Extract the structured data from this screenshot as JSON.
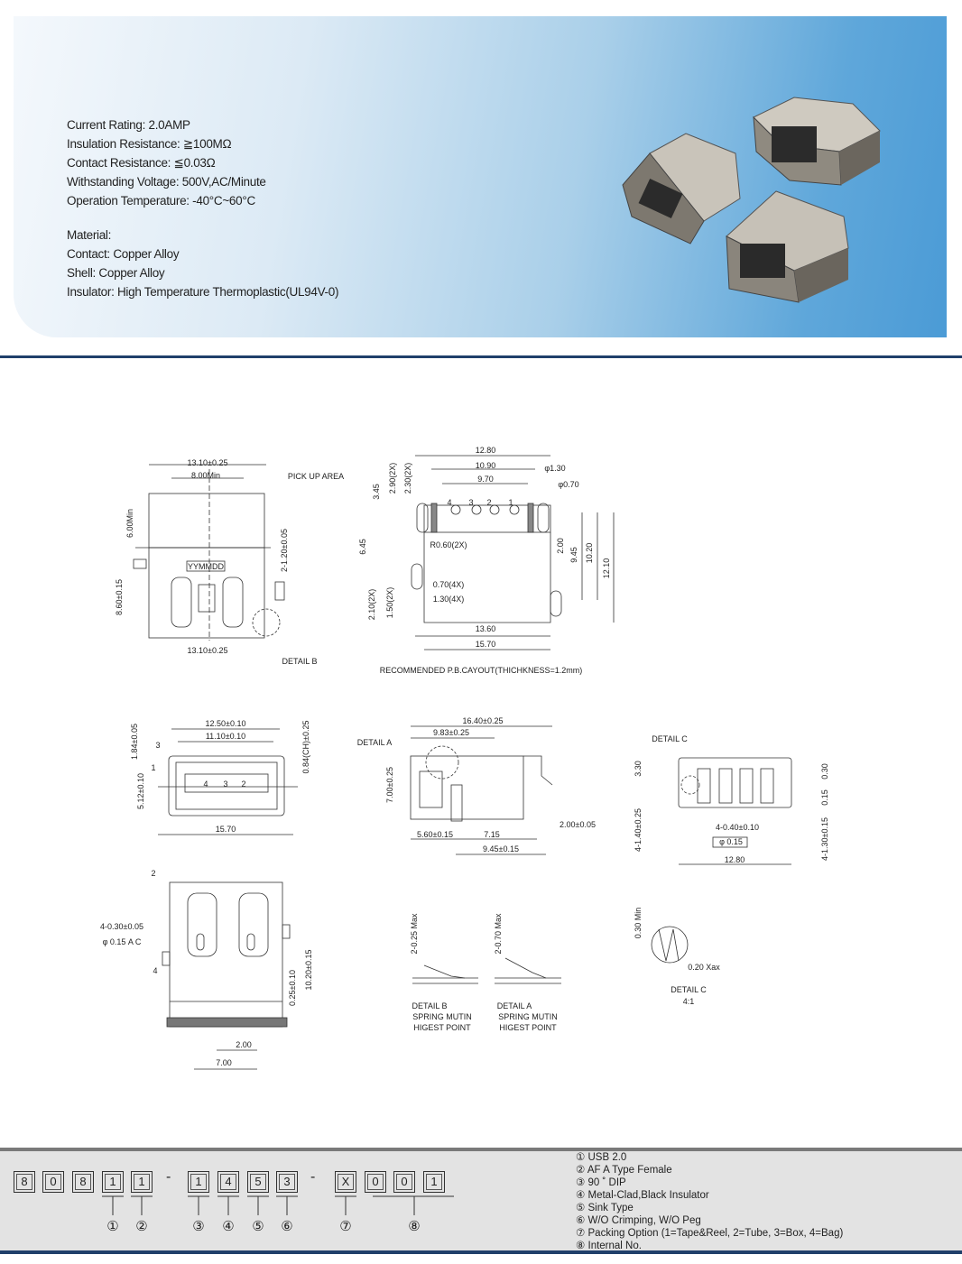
{
  "specs": {
    "lines": [
      "Current Rating: 2.0AMP",
      "Insulation Resistance: ≧100MΩ",
      "Contact Resistance: ≦0.03Ω",
      "Withstanding Voltage: 500V,AC/Minute",
      "Operation Temperature: -40°C~60°C"
    ],
    "material": [
      "Material:",
      "Contact: Copper Alloy",
      "Shell: Copper Alloy",
      "Insulator: High Temperature Thermoplastic(UL94V-0)"
    ]
  },
  "drawing_labels": [
    "13.10±0.25",
    "8.00Min",
    "PICK UP AREA",
    "6.00Min",
    "YYMMDD",
    "2-1.20±0.05",
    "8.60±0.15",
    "13.10±0.25",
    "DETAIL B",
    "12.80",
    "10.90",
    "9.70",
    "φ1.30",
    "φ0.70",
    "3.45",
    "2.90(2X)",
    "2.30(2X)",
    "4",
    "3",
    "2",
    "1",
    "6.45",
    "R0.60(2X)",
    "2.00",
    "9.45",
    "10.20",
    "12.10",
    "0.70(4X)",
    "1.30(4X)",
    "2.10(2X)",
    "1.50(2X)",
    "13.60",
    "15.70",
    "RECOMMENDED P.B.CAYOUT(THICHKNESS=1.2mm)",
    "12.50±0.10",
    "11.10±0.10",
    "1.84±0.05",
    "3",
    "1",
    "0.84(CH)±0.25",
    "5.12±0.10",
    "4",
    "3",
    "2",
    "15.70",
    "16.40±0.25",
    "9.83±0.25",
    "DETAIL A",
    "7.00±0.25",
    "5.60±0.15",
    "7.15",
    "2.00±0.05",
    "9.45±0.15",
    "DETAIL C",
    "3.30",
    "0.30",
    "0.15",
    "4-1.40±0.25",
    "4-1.30±0.15",
    "4-0.40±0.10",
    "φ 0.15",
    "12.80",
    "2",
    "4-0.30±0.05",
    "φ 0.15 A C",
    "4",
    "0.25±0.10",
    "10.20±0.15",
    "2.00",
    "7.00",
    "2-0.25 Max",
    "2-0.70 Max",
    "DETAIL B",
    "SPRING MUTIN",
    "HIGEST POINT",
    "DETAIL A",
    "SPRING MUTIN",
    "HIGEST POINT",
    "0.30 Min",
    "0.20 Xax",
    "DETAIL C",
    "4:1"
  ],
  "part_number": {
    "digits": [
      "8",
      "0",
      "8",
      "1",
      "1",
      "1",
      "4",
      "5",
      "3",
      "X",
      "0",
      "0",
      "1"
    ],
    "separator": "-",
    "callouts": [
      "①",
      "②",
      "③",
      "④",
      "⑤",
      "⑥",
      "⑦",
      "⑧"
    ],
    "legend": [
      "① USB 2.0",
      "② AF A Type Female",
      "③ 90 ˚ DIP",
      "④ Metal-Clad,Black Insulator",
      "⑤ Sink Type",
      "⑥ W/O Crimping, W/O Peg",
      "⑦ Packing Option (1=Tape&Reel, 2=Tube, 3=Box, 4=Bag)",
      "⑧ Internal No."
    ]
  }
}
